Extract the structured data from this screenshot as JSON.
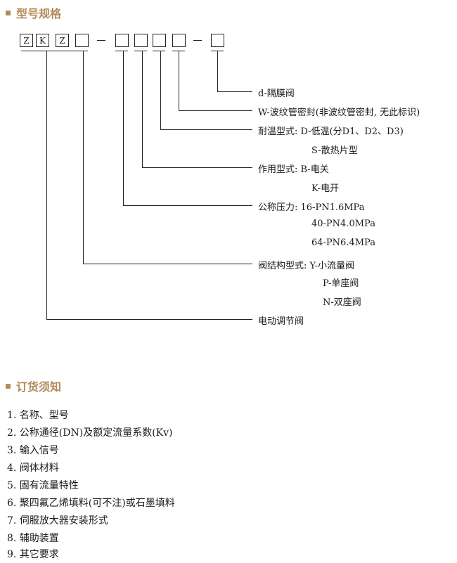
{
  "model_section": {
    "title": "型号规格",
    "code_letters": [
      "Z",
      "K",
      "Z"
    ],
    "dash": "—",
    "legend": [
      "d-隔膜阀",
      "W-波纹管密封(非波纹管密封, 无此标识)",
      "耐温型式: D-低温(分D1、D2、D3)",
      "S-散热片型",
      "作用型式: B-电关",
      "K-电开",
      "公称压力: 16-PN1.6MPa",
      "40-PN4.0MPa",
      "64-PN6.4MPa",
      "阀结构型式: Y-小流量阀",
      "P-单座阀",
      "N-双座阀",
      "电动调节阀"
    ]
  },
  "order_section": {
    "title": "订货须知",
    "items": [
      "1. 名称、型号",
      "2. 公称通径(DN)及额定流量系数(Kv)",
      "3. 输入信号",
      "4. 阀体材料",
      "5. 固有流量特性",
      "6. 聚四氟乙烯填料(可不注)或石墨填料",
      "7. 伺服放大器安装形式",
      "8. 辅助装置",
      "9. 其它要求"
    ]
  },
  "colors": {
    "accent": "#b48a5a",
    "text": "#1a1a1a",
    "line": "#222222"
  }
}
